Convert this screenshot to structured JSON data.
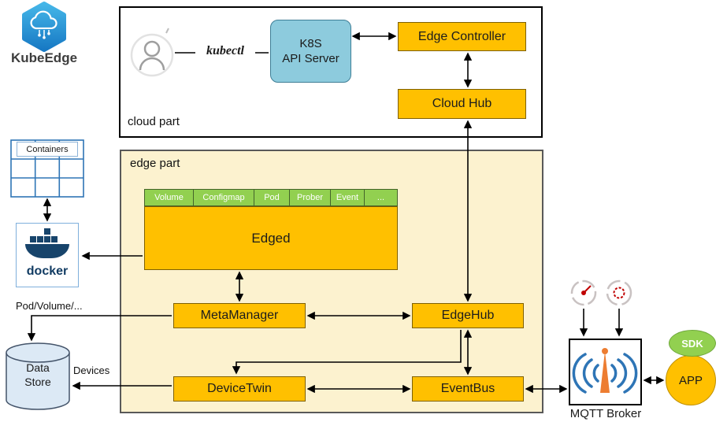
{
  "brand": {
    "name": "KubeEdge"
  },
  "cloud_part": {
    "label": "cloud part",
    "kubectl_label": "kubectl",
    "api_server": [
      "K8S",
      "API Server"
    ],
    "edge_controller": "Edge Controller",
    "cloud_hub": "Cloud Hub"
  },
  "edge_part": {
    "label": "edge part",
    "edged": "Edged",
    "edged_tabs": [
      "Volume",
      "Configmap",
      "Pod",
      "Prober",
      "Event",
      "..."
    ],
    "meta_manager": "MetaManager",
    "edge_hub": "EdgeHub",
    "device_twin": "DeviceTwin",
    "event_bus": "EventBus"
  },
  "left_column": {
    "containers_label": "Containers",
    "docker_label": "docker",
    "pod_volume_label": "Pod/Volume/...",
    "data_store_label": "Data Store",
    "devices_label": "Devices"
  },
  "right_column": {
    "mqtt_broker_label": "MQTT Broker",
    "sdk_label": "SDK",
    "app_label": "APP"
  },
  "colors": {
    "component_orange": "#FFC000",
    "api_server_blue": "#8DCBDD",
    "edge_area_cream": "#FCF2CF",
    "tab_green": "#92D050",
    "sdk_green": "#92D050",
    "docker_navy": "#17446B",
    "data_store_blue": "#DCE9F5",
    "antenna_blue": "#2E75B6",
    "antenna_orange": "#ED7D31",
    "sensor_red": "#C00000",
    "logo_blue": "#1779C4"
  }
}
